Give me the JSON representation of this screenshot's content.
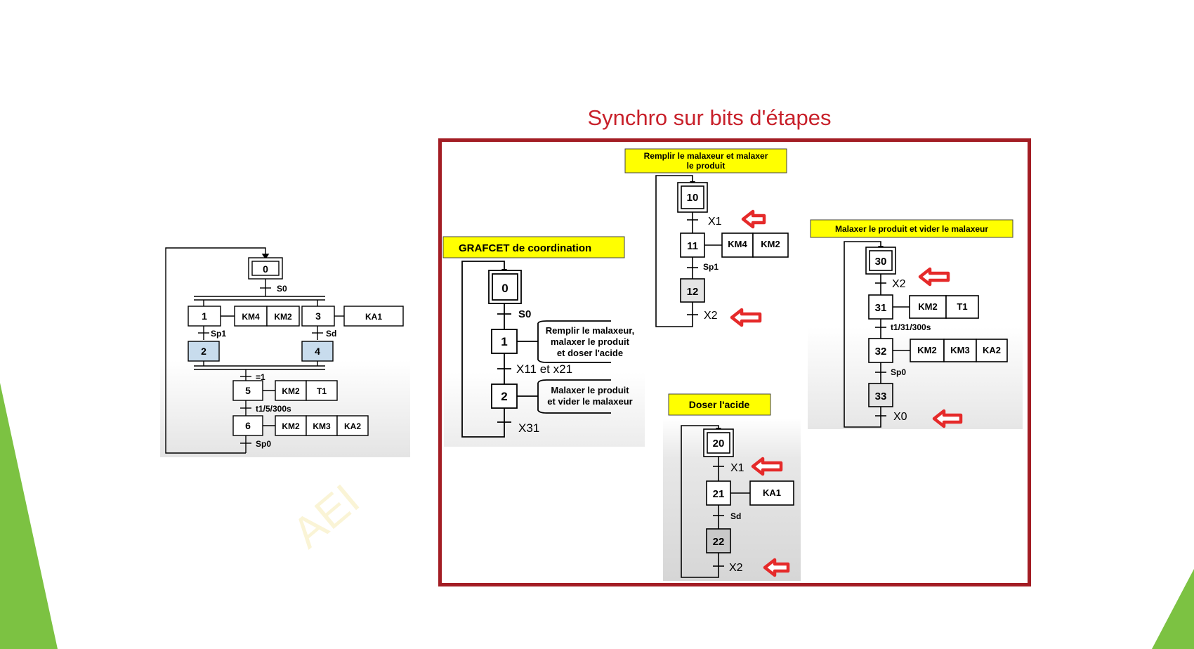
{
  "slide": {
    "title": "Synchro sur bits d'étapes",
    "watermark": "AEI",
    "colors": {
      "title": "#c8202a",
      "frame": "#a31d24",
      "label_bg": "#ffff00",
      "arrow": "#e52a2a",
      "accent_green": "#7cc242"
    }
  },
  "left_grafcet": {
    "steps": {
      "s0": "0",
      "s1": "1",
      "s2": "2",
      "s3": "3",
      "s4": "4",
      "s5": "5",
      "s6": "6"
    },
    "transitions": {
      "t0": "S0",
      "t1": "Sp1",
      "t3": "Sd",
      "t_sync": "=1",
      "t5": "t1/5/300s",
      "t6": "Sp0"
    },
    "actions": {
      "a1a": "KM4",
      "a1b": "KM2",
      "a3": "KA1",
      "a5a": "KM2",
      "a5b": "T1",
      "a6a": "KM2",
      "a6b": "KM3",
      "a6c": "KA2"
    }
  },
  "coordination": {
    "label": "GRAFCET de coordination",
    "steps": {
      "s0": "0",
      "s1": "1",
      "s2": "2"
    },
    "transitions": {
      "t0": "S0",
      "t1": "X11 et x21",
      "t2": "X31"
    },
    "comments": {
      "c1": [
        "Remplir le malaxeur,",
        "malaxer le produit",
        "et doser l'acide"
      ],
      "c2": [
        "Malaxer le produit",
        "et vider le malaxeur"
      ]
    }
  },
  "fill_mix": {
    "label": [
      "Remplir le malaxeur et malaxer",
      "le produit"
    ],
    "steps": {
      "s10": "10",
      "s11": "11",
      "s12": "12"
    },
    "transitions": {
      "t10": "X1",
      "t11": "Sp1",
      "t12": "X2"
    },
    "actions": {
      "a11a": "KM4",
      "a11b": "KM2"
    }
  },
  "mix_empty": {
    "label": "Malaxer le produit et vider le malaxeur",
    "steps": {
      "s30": "30",
      "s31": "31",
      "s32": "32",
      "s33": "33"
    },
    "transitions": {
      "t30": "X2",
      "t31": "t1/31/300s",
      "t32": "Sp0",
      "t33": "X0"
    },
    "actions": {
      "a31a": "KM2",
      "a31b": "T1",
      "a32a": "KM2",
      "a32b": "KM3",
      "a32c": "KA2"
    }
  },
  "acid": {
    "label": "Doser  l'acide",
    "steps": {
      "s20": "20",
      "s21": "21",
      "s22": "22"
    },
    "transitions": {
      "t20": "X1",
      "t21": "Sd",
      "t22": "X2"
    },
    "actions": {
      "a21": "KA1"
    }
  }
}
